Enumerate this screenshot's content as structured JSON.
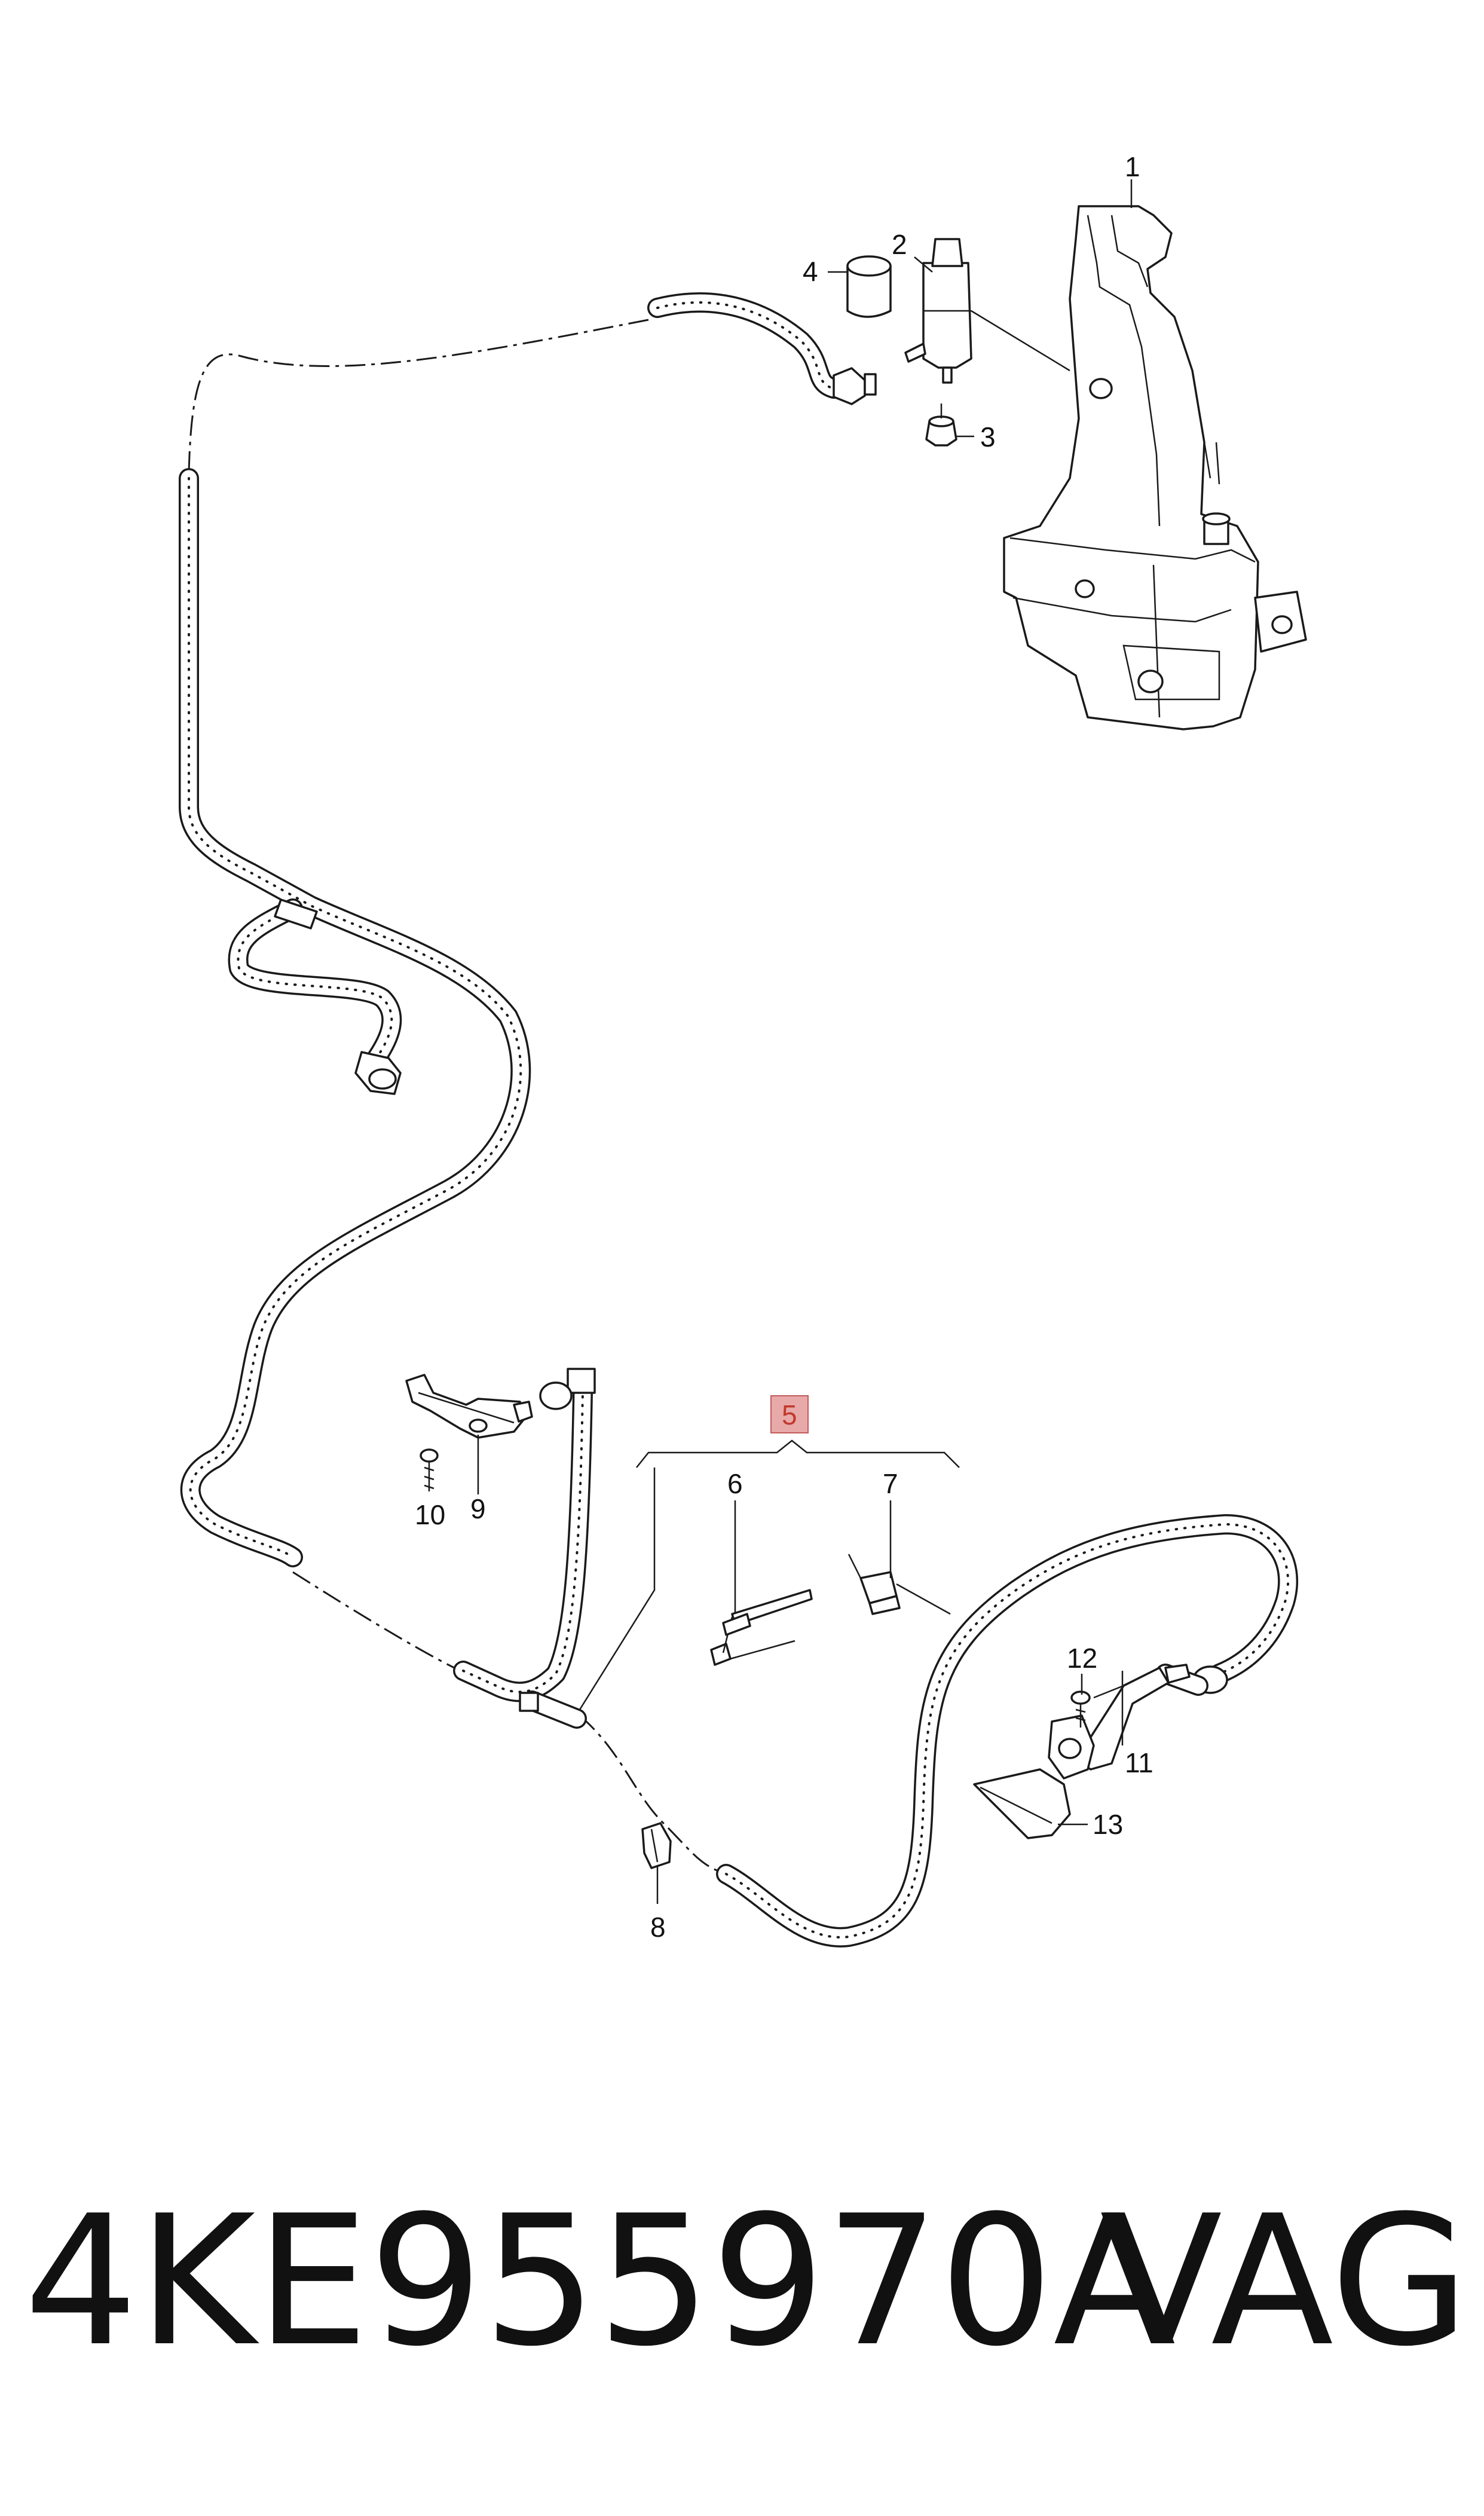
{
  "callouts": {
    "c1": "1",
    "c2": "2",
    "c3": "3",
    "c4": "4",
    "c5": "5",
    "c6": "6",
    "c7": "7",
    "c8": "8",
    "c9": "9",
    "c10": "10",
    "c11": "11",
    "c12": "12",
    "c13": "13"
  },
  "highlight_color": "#e8a9a9",
  "footer": {
    "part_number": "4KE955970A",
    "brand": "VAG"
  }
}
